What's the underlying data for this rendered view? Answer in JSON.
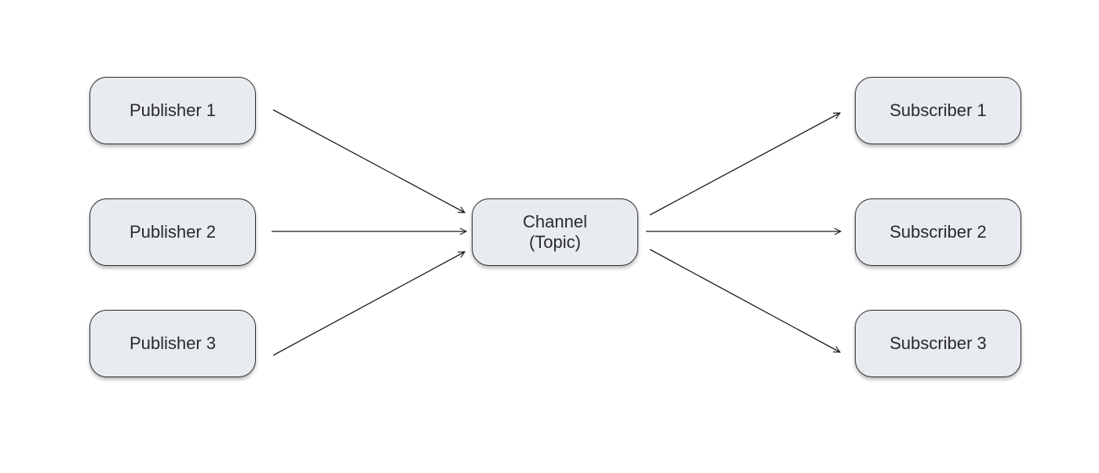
{
  "publishers": [
    {
      "label": "Publisher 1"
    },
    {
      "label": "Publisher 2"
    },
    {
      "label": "Publisher 3"
    }
  ],
  "channel": {
    "line1": "Channel",
    "line2": "(Topic)"
  },
  "subscribers": [
    {
      "label": "Subscriber 1"
    },
    {
      "label": "Subscriber 2"
    },
    {
      "label": "Subscriber 3"
    }
  ],
  "colors": {
    "node_fill": "#e8ebef",
    "node_border": "#2b2b2b",
    "arrow": "#1a1a1a"
  }
}
